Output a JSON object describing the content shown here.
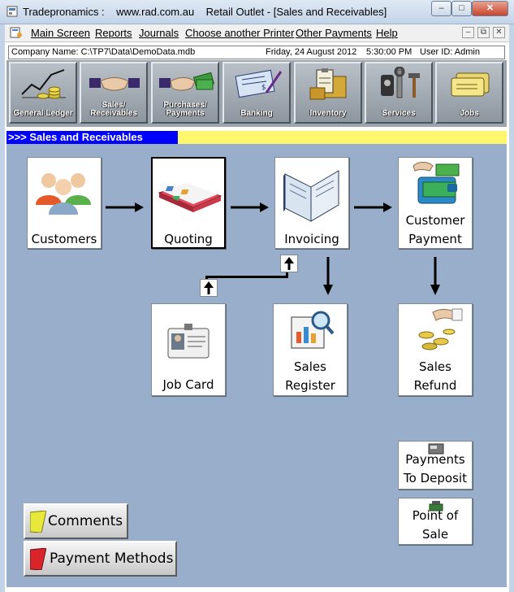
{
  "window": {
    "title": "Tradepronamics :    www.rad.com.au    Retail Outlet - [Sales and Receivables]",
    "minimize": "–",
    "maximize": "□",
    "close": "✕"
  },
  "menu": {
    "items": [
      "Main Screen",
      "Reports",
      "Journals",
      "Choose another Printer",
      "Other Payments",
      "Help"
    ],
    "mdi_minimize": "–",
    "mdi_restore": "⧉",
    "mdi_close": "✕"
  },
  "status": {
    "company": "Company Name: C:\\TP7\\Data\\DemoData.mdb",
    "date": "Friday, 24 August 2012",
    "time": "5:30:00 PM",
    "user": "User ID: Admin"
  },
  "nav": {
    "general_ledger": "General Ledger",
    "sales": "Sales/ Receivables",
    "purchases": "Purchases/ Payments",
    "banking": "Banking",
    "inventory": "Inventory",
    "services": "Services",
    "jobs": "Jobs"
  },
  "section": {
    "title": ">>>  Sales and Receivables"
  },
  "tiles": {
    "customers": "Customers",
    "quoting": "Quoting",
    "invoicing": "Invoicing",
    "customer_payment_1": "Customer",
    "customer_payment_2": "Payment",
    "job_card": "Job Card",
    "sales_register_1": "Sales",
    "sales_register_2": "Register",
    "sales_refund_1": "Sales",
    "sales_refund_2": "Refund",
    "payments_deposit_1": "Payments",
    "payments_deposit_2": "To Deposit",
    "pos_1": "Point of",
    "pos_2": "Sale"
  },
  "buttons": {
    "comments": "Comments",
    "payment_methods": "Payment Methods"
  },
  "colors": {
    "panel": "#98aecb",
    "section_blue": "#0000ff",
    "section_yellow": "#fff76b"
  }
}
